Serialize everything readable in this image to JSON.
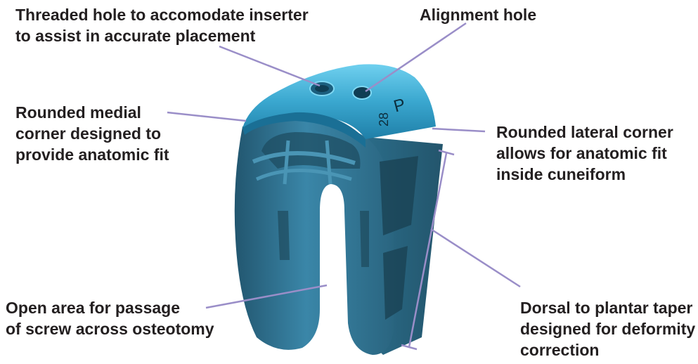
{
  "labels": {
    "threaded_hole": [
      "Threaded hole to accomodate inserter",
      "to assist in accurate placement"
    ],
    "alignment_hole": [
      "Alignment hole"
    ],
    "medial_corner": [
      "Rounded medial",
      "corner designed to",
      "provide anatomic fit"
    ],
    "lateral_corner": [
      "Rounded lateral corner",
      "allows for anatomic fit",
      "inside cuneiform"
    ],
    "open_area": [
      "Open area for passage",
      "of screw across osteotomy"
    ],
    "taper": [
      "Dorsal to plantar taper",
      "designed for deformity",
      "correction"
    ]
  },
  "implant_marking": {
    "letter": "P",
    "size": "28"
  },
  "colors": {
    "leader_line": "#9a8ec8",
    "text": "#231f20",
    "implant_body": "#2e6f8c",
    "implant_top": "#3aa7cf"
  }
}
